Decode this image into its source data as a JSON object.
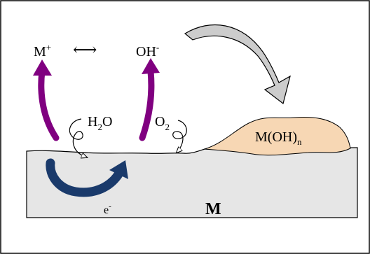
{
  "diagram": {
    "species": {
      "cation": {
        "base": "M",
        "sup": "+"
      },
      "arrow": "⟷",
      "anion": {
        "base": "OH",
        "sup": "-"
      },
      "water": {
        "pre": "H",
        "sub": "2",
        "post": "O"
      },
      "oxygen": {
        "pre": "O",
        "sub": "2"
      },
      "electron": {
        "base": "e",
        "sup": "-"
      },
      "hydroxide": {
        "pre": "M(OH)",
        "sub": "n"
      },
      "metal": "M"
    },
    "colors": {
      "purple_arrow": "#800080",
      "blue_arrow": "#1a3a6b",
      "metal_fill": "#e6e6e6",
      "deposit_fill": "#f7d7b4",
      "curved_arrow_fill": "#cccccc"
    },
    "icons": [
      "purple-up-arrow",
      "blue-circular-arrow",
      "curved-gray-arrow",
      "curly-arrow"
    ]
  }
}
